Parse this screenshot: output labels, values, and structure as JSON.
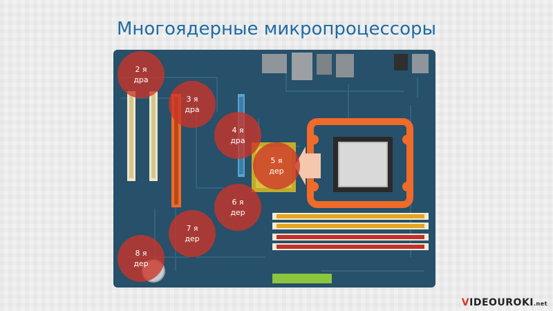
{
  "title": "Многоядерные микропроцессоры",
  "cores": [
    {
      "label": "2 ядра"
    },
    {
      "label": "3 ядра"
    },
    {
      "label": "4 ядра"
    },
    {
      "label": "5 ядер"
    },
    {
      "label": "6 ядер"
    },
    {
      "label": "7 ядер"
    },
    {
      "label": "8 ядер"
    }
  ],
  "logo": {
    "v": "V",
    "rest": "IDEOUROKI",
    "suffix": ".net"
  },
  "colors": {
    "board": "#27506a",
    "circle": "#cc3428",
    "title": "#1f6ca3",
    "socket": "#f06a2a"
  }
}
